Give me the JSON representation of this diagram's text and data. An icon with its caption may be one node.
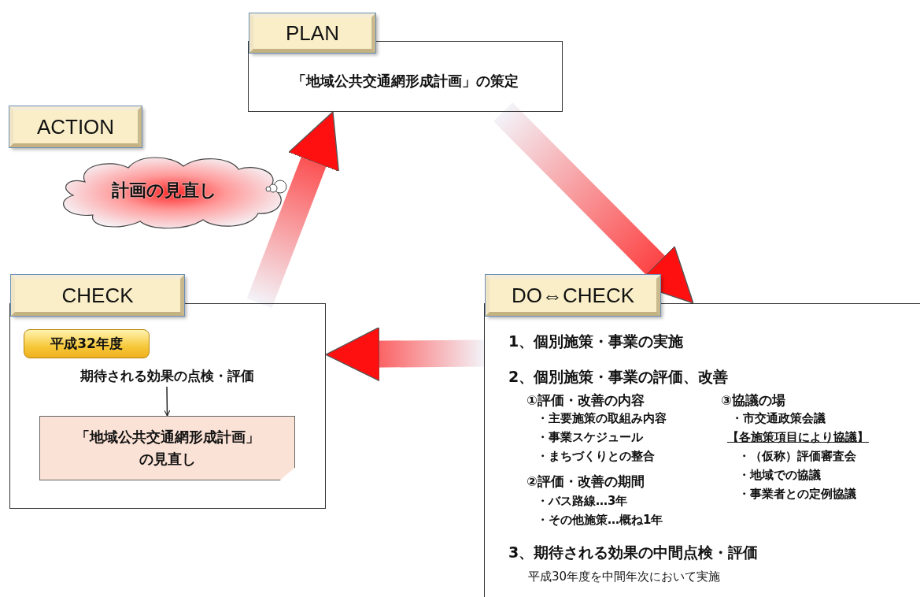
{
  "diagram": {
    "nodes": [
      {
        "text": [
          "PLAN",
          "「地域公共交通網形成計画」の策定"
        ]
      },
      {
        "text": [
          "DO⇔CHECK",
          "1、個別施策・事業の実施",
          "2、個別施策・事業の評価、改善",
          "①評価・改善の内容",
          "・主要施策の取組み内容",
          "・事業スケジュール",
          "・まちづくりとの整合",
          "②評価・改善の期間",
          "・バス路線…3年",
          "・その他施策…概ね1年",
          "③協議の場",
          "・市交通政策会議",
          "【各施策項目により協議】",
          "・（仮称）評価審査会",
          "・地域での協議",
          "・事業者との定例協議",
          "3、期待される効果の中間点検・評価",
          "平成30年度を中間年次において実施"
        ]
      },
      {
        "text": [
          "CHECK"
        ]
      },
      {
        "text": [
          "平成32年度"
        ],
        "in": 2
      },
      {
        "text": [
          "期待される効果の点検・評価"
        ],
        "in": 2
      },
      {
        "text": [
          "「地域公共交通網形成計画」の見直し"
        ],
        "in": 2
      },
      {
        "text": [
          "ACTION"
        ]
      },
      {
        "text": [
          "計画の見直し"
        ]
      }
    ],
    "edges": [
      {
        "from": 0,
        "to": 1,
        "arrow": "to",
        "style": "thick"
      },
      {
        "from": 1,
        "to": 2,
        "arrow": "to",
        "style": "thick"
      },
      {
        "from": 2,
        "to": 0,
        "arrow": "to",
        "style": "thick"
      },
      {
        "from": 4,
        "to": 5,
        "arrow": "to"
      }
    ]
  }
}
